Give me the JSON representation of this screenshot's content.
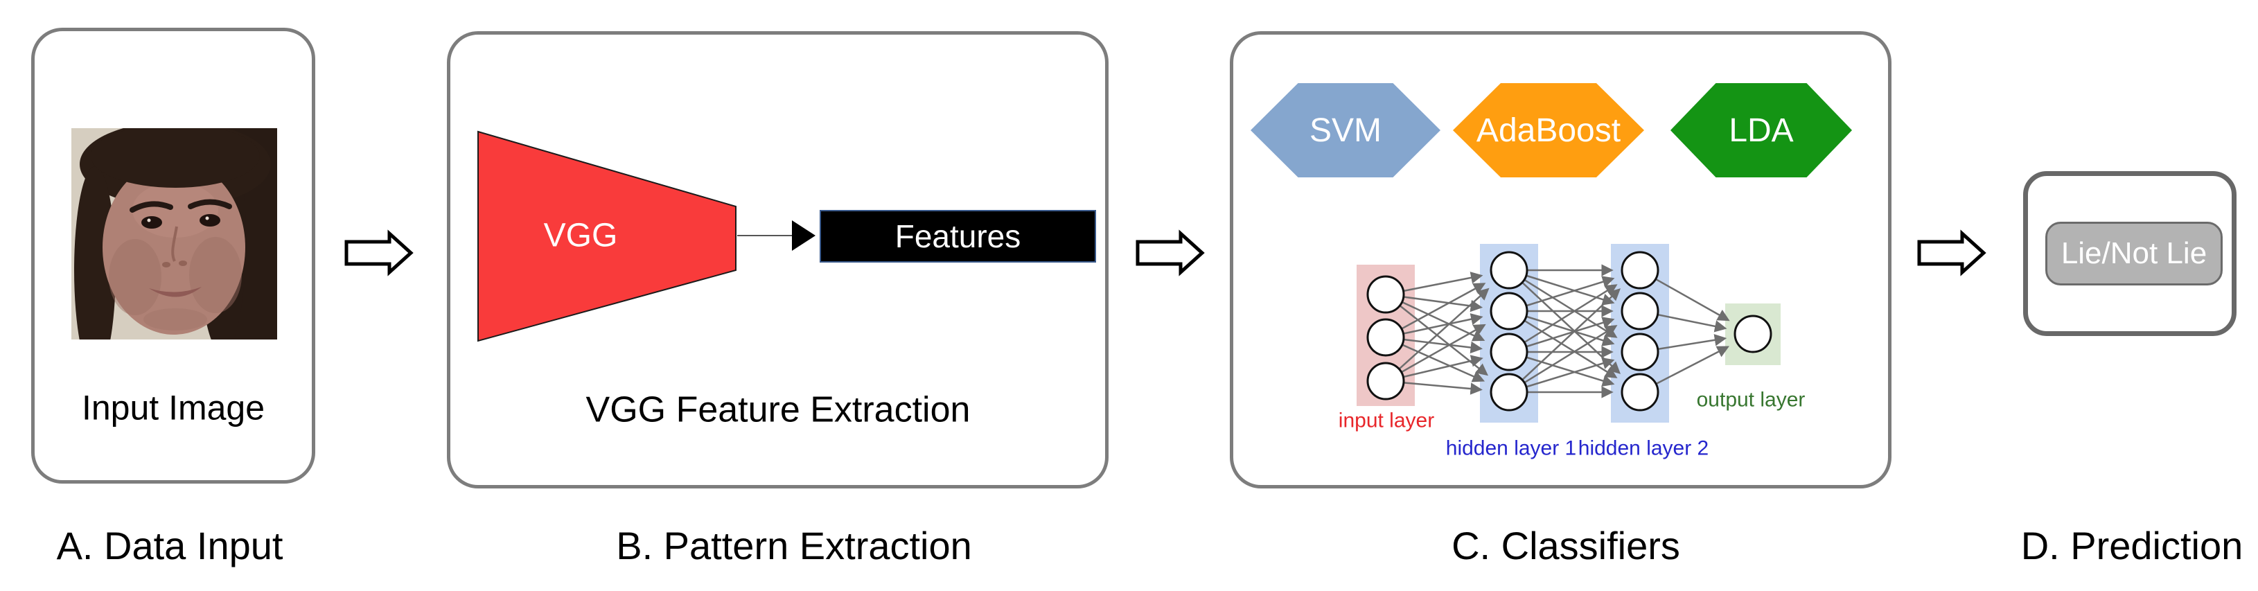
{
  "figure": {
    "stages": {
      "a": {
        "label": "A. Data Input",
        "caption": "Input Image"
      },
      "b": {
        "label": "B. Pattern Extraction",
        "caption": "VGG Feature Extraction",
        "vgg_label": "VGG",
        "features_label": "Features"
      },
      "c": {
        "label": "C. Classifiers",
        "classifiers": [
          {
            "name": "SVM",
            "color": "#85A6CE"
          },
          {
            "name": "AdaBoost",
            "color": "#FF9E10"
          },
          {
            "name": "LDA",
            "color": "#149414"
          }
        ],
        "network": {
          "layers": [
            {
              "name": "input layer",
              "nodes": 3,
              "band_color": "#EEC7C7",
              "label_color": "#E8262A"
            },
            {
              "name": "hidden layer 1",
              "nodes": 4,
              "band_color": "#C5D7F2",
              "label_color": "#2526CD"
            },
            {
              "name": "hidden layer 2",
              "nodes": 4,
              "band_color": "#C5D7F2",
              "label_color": "#2526CD"
            },
            {
              "name": "output layer",
              "nodes": 1,
              "band_color": "#D9E8D1",
              "label_color": "#37762F"
            }
          ],
          "edge_color": "#6E6E6E",
          "node_fill": "#FFFFFF",
          "node_stroke": "#111111"
        }
      },
      "d": {
        "label": "D. Prediction",
        "button_label": "Lie/Not Lie",
        "button_color": "#B3B3B3"
      }
    },
    "colors": {
      "box_border": "#7D7D7D",
      "box_d_border": "#686868",
      "vgg_red": "#F93B3B",
      "trapezoid_stroke": "#1B1B1B",
      "features_bg": "#000000",
      "features_border": "#3A5A8C",
      "connector": "#555555",
      "connector_head": "#000000",
      "flow_arrow_fill": "#FFFFFF",
      "flow_arrow_stroke": "#000000"
    }
  }
}
